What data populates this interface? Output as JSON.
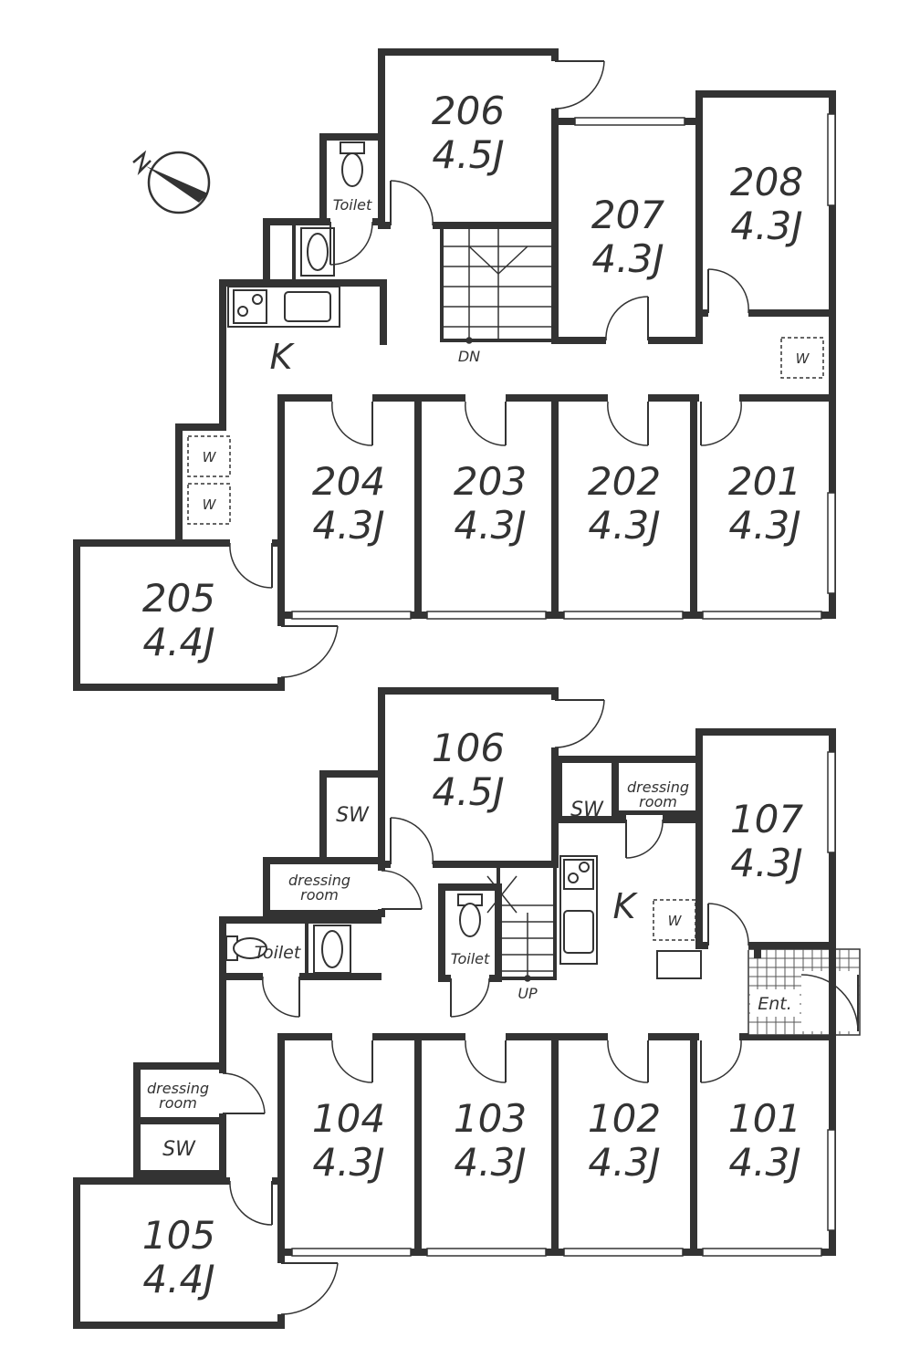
{
  "floor2": {
    "rooms": [
      {
        "id": "206",
        "number": "206",
        "size": "4.5J"
      },
      {
        "id": "207",
        "number": "207",
        "size": "4.3J"
      },
      {
        "id": "208",
        "number": "208",
        "size": "4.3J"
      },
      {
        "id": "204",
        "number": "204",
        "size": "4.3J"
      },
      {
        "id": "203",
        "number": "203",
        "size": "4.3J"
      },
      {
        "id": "202",
        "number": "202",
        "size": "4.3J"
      },
      {
        "id": "201",
        "number": "201",
        "size": "4.3J"
      },
      {
        "id": "205",
        "number": "205",
        "size": "4.4J"
      }
    ],
    "kitchen_label": "K",
    "toilet_label": "Toilet",
    "stairs_label": "DN",
    "washer_label": "W"
  },
  "floor1": {
    "rooms": [
      {
        "id": "106",
        "number": "106",
        "size": "4.5J"
      },
      {
        "id": "107",
        "number": "107",
        "size": "4.3J"
      },
      {
        "id": "104",
        "number": "104",
        "size": "4.3J"
      },
      {
        "id": "103",
        "number": "103",
        "size": "4.3J"
      },
      {
        "id": "102",
        "number": "102",
        "size": "4.3J"
      },
      {
        "id": "101",
        "number": "101",
        "size": "4.3J"
      },
      {
        "id": "105",
        "number": "105",
        "size": "4.4J"
      }
    ],
    "kitchen_label": "K",
    "toilet_label": "Toilet",
    "stairs_label": "UP",
    "entrance_label": "Ent.",
    "sw_label": "SW",
    "dressing_line1": "dressing",
    "dressing_line2": "room",
    "washer_label": "W"
  },
  "compass_icon": "north-arrow-icon"
}
